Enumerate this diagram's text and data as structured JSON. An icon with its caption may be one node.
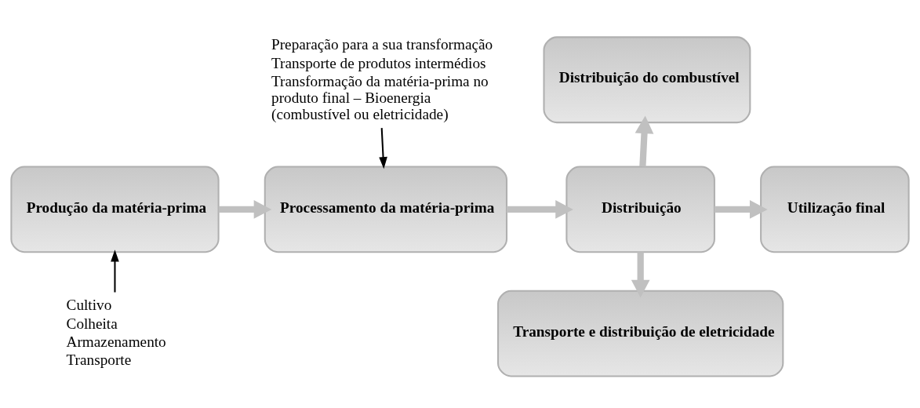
{
  "diagram": {
    "nodes": [
      {
        "text": [
          "Produção da matéria-prima"
        ]
      },
      {
        "text": [
          "Processamento da matéria-prima"
        ]
      },
      {
        "text": [
          "Distribuição"
        ]
      },
      {
        "text": [
          "Utilização final"
        ]
      },
      {
        "text": [
          "Distribuição do combustível"
        ]
      },
      {
        "text": [
          "Transporte e distribuição de eletricidade"
        ]
      },
      {
        "text": [
          "Cultivo",
          "Colheita",
          "Armazenamento",
          "Transporte"
        ]
      },
      {
        "text": [
          "Preparação para a sua transformação",
          "Transporte de produtos intermédios",
          "Transformação da matéria-prima no produto final – Bioenergia (combustível ou eletricidade)"
        ]
      }
    ],
    "edges": [
      {
        "from": 0,
        "to": 1,
        "arrow": "to"
      },
      {
        "from": 1,
        "to": 2,
        "arrow": "to"
      },
      {
        "from": 2,
        "to": 3,
        "arrow": "to"
      },
      {
        "from": 2,
        "to": 4,
        "arrow": "to"
      },
      {
        "from": 2,
        "to": 5,
        "arrow": "to"
      },
      {
        "from": 6,
        "to": 0,
        "arrow": "to",
        "color": "#000000"
      },
      {
        "from": 7,
        "to": 1,
        "arrow": "to",
        "color": "#000000"
      }
    ]
  }
}
